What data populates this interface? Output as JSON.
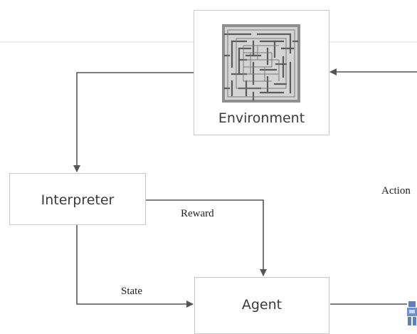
{
  "nodes": {
    "environment": "Environment",
    "interpreter": "Interpreter",
    "agent": "Agent"
  },
  "edges": {
    "reward": "Reward",
    "state": "State",
    "action": "Action"
  },
  "colors": {
    "arrow": "#555555",
    "box_border": "#c9c9c9",
    "rule": "#dcdcdc",
    "robot": "#5b7fc0"
  },
  "icons": {
    "maze": "maze-icon",
    "robot": "robot-icon"
  }
}
